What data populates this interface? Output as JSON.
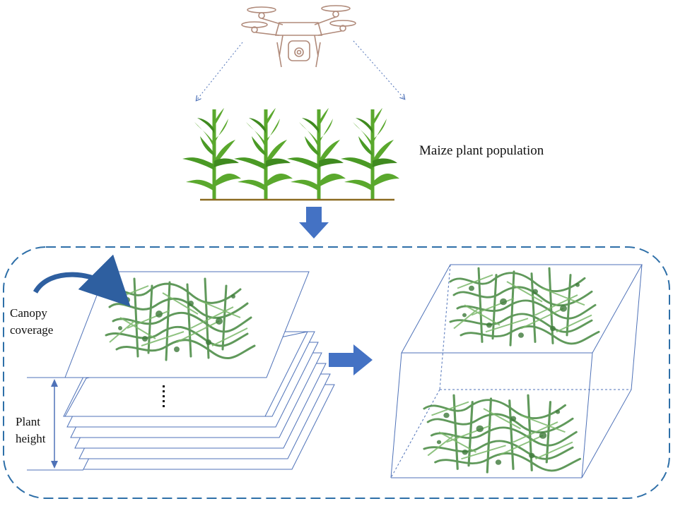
{
  "labels": {
    "population": "Maize plant population",
    "canopy_line1": "Canopy",
    "canopy_line2": "coverage",
    "height_line1": "Plant",
    "height_line2": "height"
  },
  "icons": {
    "drone": "drone-icon",
    "plants": "maize-plant-icon",
    "flow": "down-arrow / right-arrow"
  },
  "colors": {
    "dashed_frame": "#2e6fa8",
    "block_arrow": "#4472c4",
    "leaf": "#5aa82d",
    "leaf_dark": "#3f8a1f",
    "ground": "#8a6a20",
    "drone": "#b08a7a",
    "layer_edge": "#4f72b8",
    "canopy_green": "#4f8f4a"
  }
}
